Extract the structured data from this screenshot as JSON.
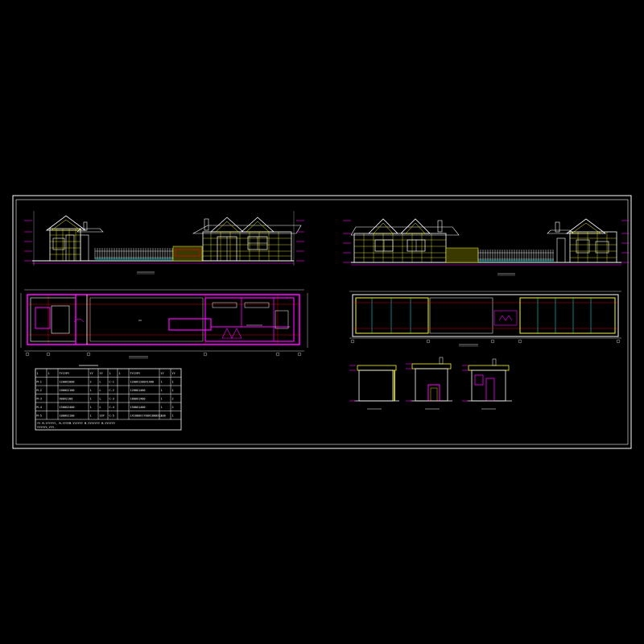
{
  "drawing": {
    "colors": {
      "background": "#000000",
      "frame": "#ffffff",
      "wall": "#ff00ff",
      "green": "#00ff00",
      "yellow": "#ffff00",
      "cyan": "#00ffff",
      "red": "#ff0000",
      "blue": "#0000ff",
      "white": "#ffffff"
    },
    "table": {
      "header": [
        "1",
        "1",
        "TYCYPY",
        "YY",
        "YY",
        "1",
        "1",
        "TYCYPY",
        "YY",
        "YY"
      ],
      "rows": [
        [
          "M-1",
          "",
          "1200X2000",
          "2",
          "L",
          "C-1",
          "",
          "1200X1200X1400",
          "1",
          "1"
        ],
        [
          "M-2",
          "",
          "1000X2100",
          "1",
          "L",
          "C-2",
          "",
          "1200X1400",
          "1",
          "1"
        ],
        [
          "M-3",
          "",
          "900X2100",
          "1",
          "L",
          "C-3",
          "",
          "1800X1400",
          "1",
          "2"
        ],
        [
          "M-4",
          "",
          "1500X2400",
          "1",
          "L",
          "C-4",
          "",
          "1500X1400",
          "1",
          "2"
        ],
        [
          "M-5",
          "",
          "1000X2100",
          "1",
          "2XY",
          "C-5",
          "",
          "1X1800X1700X1800X1200",
          "1",
          "1"
        ]
      ],
      "note": "YY  M-YYYYYY,    M-YYYYM-YYYYYY     M-YYYYYYY    M-YYYYYY",
      "note2": "YYYYYY,YYY."
    }
  }
}
